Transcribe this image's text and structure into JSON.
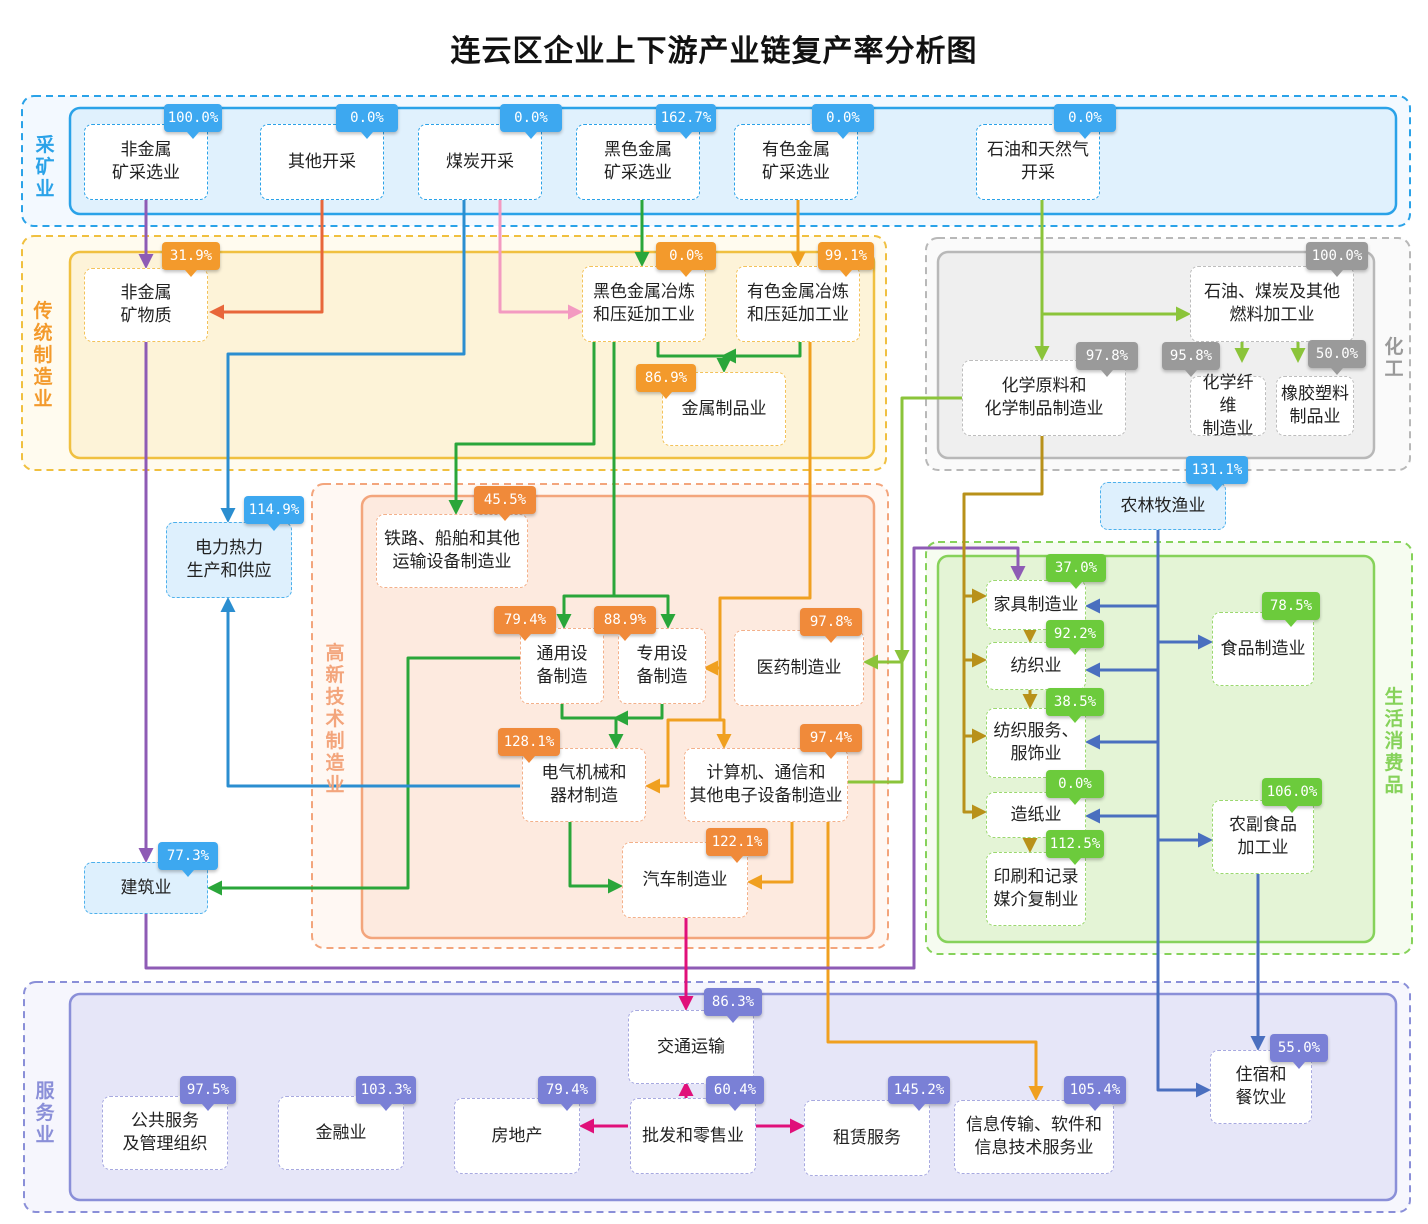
{
  "title": "连云区企业上下游产业链复产率分析图",
  "colors": {
    "mining": "#2aa2e8",
    "traditional": "#f0c040",
    "chemical": "#b0b0b0",
    "hightech": "#f3a57c",
    "consumer": "#86d25a",
    "service": "#8a8fd8"
  },
  "regions": {
    "mining": "采矿业",
    "traditional": "传统制造业",
    "chemical": "化工",
    "hightech": "高新技术制造业",
    "consumer": "生活消费品",
    "service": "服务业"
  },
  "nodes": {
    "nonmetal_mining": {
      "label": "非金属\n矿采选业",
      "rate": "100.0%"
    },
    "other_mining": {
      "label": "其他开采",
      "rate": "0.0%"
    },
    "coal_mining": {
      "label": "煤炭开采",
      "rate": "0.0%"
    },
    "ferrous_mining": {
      "label": "黑色金属\n矿采选业",
      "rate": "162.7%"
    },
    "nonferrous_mining": {
      "label": "有色金属\n矿采选业",
      "rate": "0.0%"
    },
    "oil_gas": {
      "label": "石油和天然气\n开采",
      "rate": "0.0%"
    },
    "nonmetal_mineral": {
      "label": "非金属\n矿物质",
      "rate": "31.9%"
    },
    "ferrous_smelting": {
      "label": "黑色金属冶炼\n和压延加工业",
      "rate": "0.0%"
    },
    "nonferrous_smelting": {
      "label": "有色金属冶炼\n和压延加工业",
      "rate": "99.1%"
    },
    "metal_products": {
      "label": "金属制品业",
      "rate": "86.9%"
    },
    "petro_coal_fuel": {
      "label": "石油、煤炭及其他\n燃料加工业",
      "rate": "100.0%"
    },
    "chem_materials": {
      "label": "化学原料和\n化学制品制造业",
      "rate": "97.8%"
    },
    "chem_fiber": {
      "label": "化学纤维\n制造业",
      "rate": "95.8%"
    },
    "rubber_plastic": {
      "label": "橡胶塑料\n制品业",
      "rate": "50.0%"
    },
    "power_heat": {
      "label": "电力热力\n生产和供应",
      "rate": "114.9%"
    },
    "rail_ship": {
      "label": "铁路、船舶和其他\n运输设备制造业",
      "rate": "45.5%"
    },
    "general_equip": {
      "label": "通用设\n备制造",
      "rate": "79.4%"
    },
    "special_equip": {
      "label": "专用设\n备制造",
      "rate": "88.9%"
    },
    "pharma": {
      "label": "医药制造业",
      "rate": "97.8%"
    },
    "electrical": {
      "label": "电气机械和\n器材制造",
      "rate": "128.1%"
    },
    "computer_comm": {
      "label": "计算机、通信和\n其他电子设备制造业",
      "rate": "97.4%"
    },
    "auto": {
      "label": "汽车制造业",
      "rate": "122.1%"
    },
    "construction": {
      "label": "建筑业",
      "rate": "77.3%"
    },
    "agri": {
      "label": "农林牧渔业",
      "rate": "131.1%"
    },
    "furniture": {
      "label": "家具制造业",
      "rate": "37.0%"
    },
    "textile": {
      "label": "纺织业",
      "rate": "92.2%"
    },
    "apparel": {
      "label": "纺织服务、\n服饰业",
      "rate": "38.5%"
    },
    "paper": {
      "label": "造纸业",
      "rate": "0.0%"
    },
    "printing": {
      "label": "印刷和记录\n媒介复制业",
      "rate": "112.5%"
    },
    "food_mfg": {
      "label": "食品制造业",
      "rate": "78.5%"
    },
    "agri_food": {
      "label": "农副食品\n加工业",
      "rate": "106.0%"
    },
    "transport": {
      "label": "交通运输",
      "rate": "86.3%"
    },
    "public_service": {
      "label": "公共服务\n及管理组织",
      "rate": "97.5%"
    },
    "finance": {
      "label": "金融业",
      "rate": "103.3%"
    },
    "real_estate": {
      "label": "房地产",
      "rate": "79.4%"
    },
    "retail": {
      "label": "批发和零售业",
      "rate": "60.4%"
    },
    "leasing": {
      "label": "租赁服务",
      "rate": "145.2%"
    },
    "it_services": {
      "label": "信息传输、软件和\n信息技术服务业",
      "rate": "105.4%"
    },
    "hospitality": {
      "label": "住宿和\n餐饮业",
      "rate": "55.0%"
    }
  }
}
